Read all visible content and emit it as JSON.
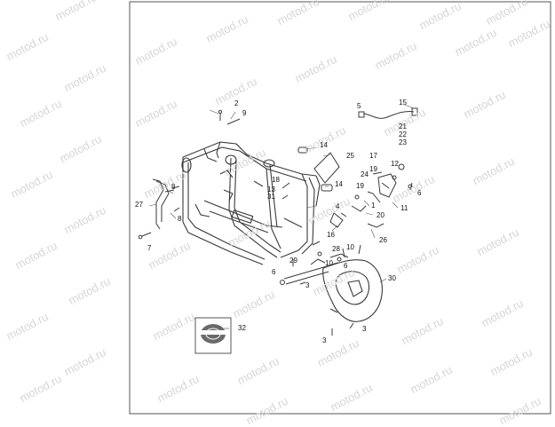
{
  "watermark": "motod.ru",
  "callouts": [
    "2",
    "9",
    "5",
    "15",
    "21",
    "22",
    "23",
    "14",
    "25",
    "17",
    "12",
    "24",
    "19",
    "18",
    "13",
    "31",
    "14",
    "4",
    "6",
    "27",
    "8",
    "8",
    "19",
    "1",
    "20",
    "11",
    "16",
    "26",
    "7",
    "6",
    "28",
    "10",
    "29",
    "10",
    "6",
    "3",
    "30",
    "32",
    "3",
    "3"
  ],
  "colors": {
    "line": "#3a3a3a",
    "frame": "#555555",
    "watermark": "#d6d6d6"
  }
}
